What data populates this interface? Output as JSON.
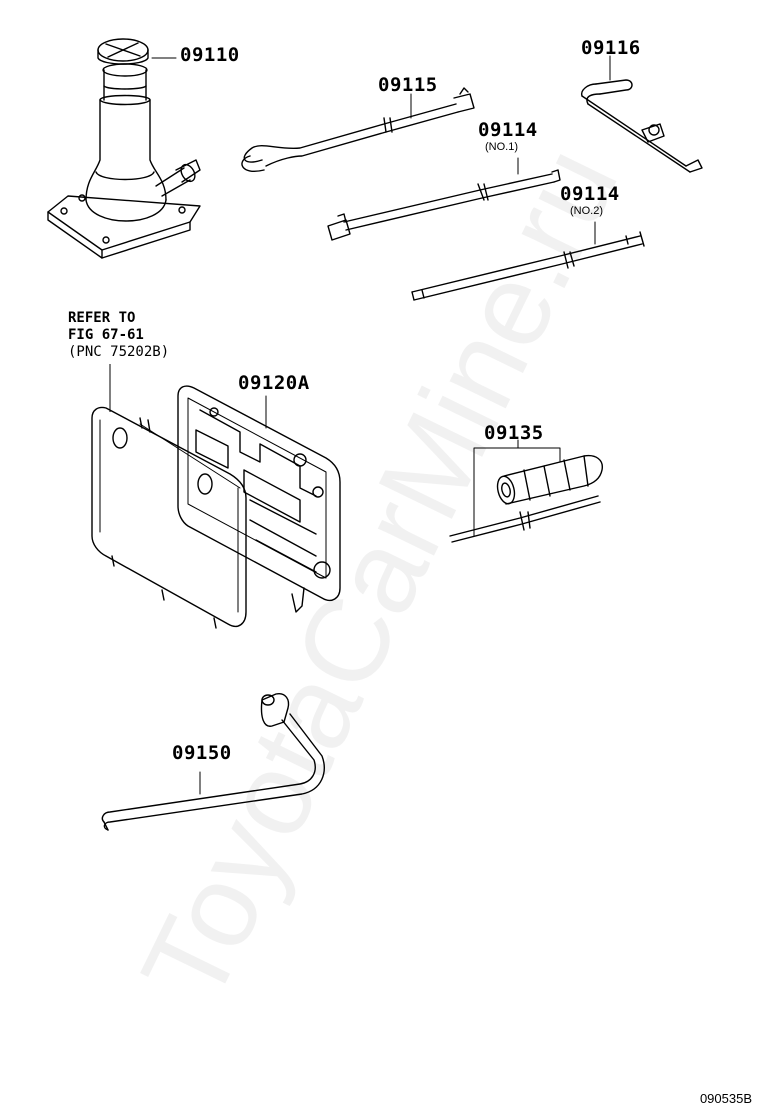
{
  "parts": {
    "p09110": "09110",
    "p09115": "09115",
    "p09114a": "09114",
    "p09114a_sub": "(NO.1)",
    "p09114b": "09114",
    "p09114b_sub": "(NO.2)",
    "p09116": "09116",
    "p09120a": "09120A",
    "p09135": "09135",
    "p09150": "09150"
  },
  "note": {
    "line1": "REFER TO",
    "line2": "FIG 67-61",
    "line3": "(PNC 75202B)"
  },
  "watermark": "ToyotaCarMine.ru",
  "figure_code": "090535B",
  "icons": [
    "jack-icon",
    "jack-handle-icon",
    "wrench-extension-icon",
    "rod-icon",
    "crank-handle-icon",
    "tool-tray-icon",
    "screwdriver-icon",
    "lug-wrench-icon"
  ]
}
